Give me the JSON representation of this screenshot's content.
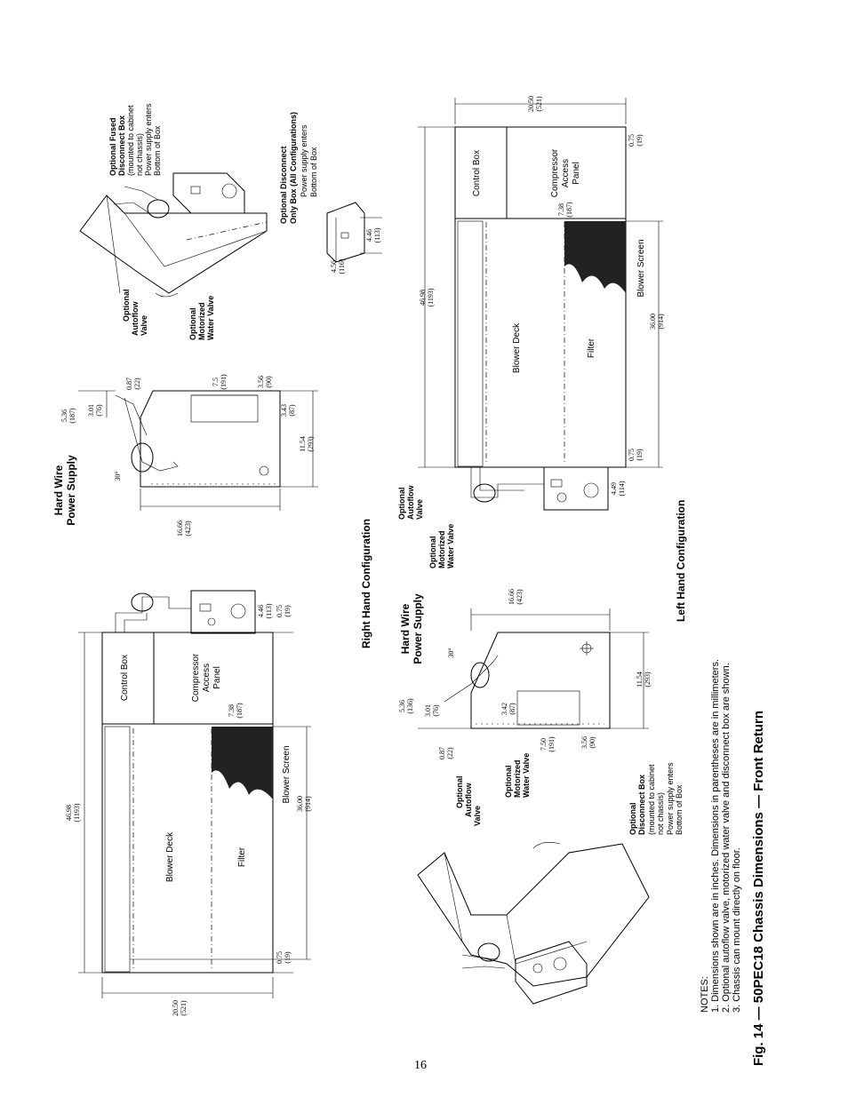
{
  "figure": {
    "caption": "Fig. 14 — 50PEC18 Chassis Dimensions — Front Return",
    "page_number": "16"
  },
  "notes": {
    "heading": "NOTES:",
    "items": [
      "1. Dimensions shown are in inches. Dimensions in parentheses are in millimeters.",
      "2. Optional autoflow valve, motorized water valve and disconnect box are shown.",
      "3. Chassis can mount directly on floor."
    ]
  },
  "left_hand_top_view": {
    "control_box": "Control Box",
    "compressor": [
      "Compressor",
      "Access",
      "Panel"
    ],
    "blower_deck": "Blower Deck",
    "filter": "Filter",
    "blower_screen": "Blower Screen",
    "dims": {
      "length": [
        "46.98",
        "(1193)"
      ],
      "width": [
        "20.50",
        "(521)"
      ],
      "filter_len": [
        "36.00",
        "(914)"
      ],
      "comp_depth": [
        "7.38",
        "(187)"
      ],
      "edge_a": [
        "0.75",
        "(19)"
      ],
      "edge_b": [
        "0.75",
        "(19)"
      ],
      "box_w": [
        "4.46",
        "(113)"
      ]
    }
  },
  "left_hand_side_view": {
    "label": [
      "Hard Wire",
      "Power Supply"
    ],
    "angle": "30°",
    "dims": {
      "height": [
        "16.66",
        "(423)"
      ],
      "depth": [
        "11.54",
        "(293)"
      ],
      "a": [
        "5.36",
        "(136)"
      ],
      "b": [
        "3.01",
        "(76)"
      ],
      "c": [
        "0.87",
        "(22)"
      ],
      "d": [
        "3.42",
        "(87)"
      ],
      "e": [
        "7.50",
        "(191)"
      ],
      "f": [
        "3.56",
        "(90)"
      ]
    }
  },
  "left_hand_iso": {
    "autoflow": [
      "Optional",
      "Autoflow",
      "Valve"
    ],
    "motorized": [
      "Optional",
      "Motorized",
      "Water Valve"
    ],
    "disconnect": [
      "Optional",
      "Disconnect Box",
      "(mounted to cabinet",
      "not chassis)",
      "Power supply enters",
      "Bottom of Box"
    ]
  },
  "right_hand_side_view": {
    "label": [
      "Hard Wire",
      "Power Supply"
    ],
    "angle": "30°",
    "dims": {
      "height": [
        "16.66",
        "(423)"
      ],
      "depth": [
        "11.54",
        "(293)"
      ],
      "a": [
        "5.36",
        "(187)"
      ],
      "b": [
        "3.01",
        "(76)"
      ],
      "c": [
        "0.87",
        "(22)"
      ],
      "d": [
        "3.43",
        "(87)"
      ],
      "e": [
        "7.5",
        "(191)"
      ],
      "f": [
        "3.56",
        "(90)"
      ]
    }
  },
  "right_hand_iso": {
    "autoflow": [
      "Optional",
      "Autoflow",
      "Valve"
    ],
    "motorized": [
      "Optional",
      "Motorized",
      "Water Valve"
    ],
    "fused": [
      "Optional Fused",
      "Disconnect Box",
      "(mounted to cabinet",
      "not chassis)",
      "Power supply enters",
      "Bottom of Box"
    ],
    "disc_only": [
      "Optional Disconnect",
      "Only Box (All Configurations)",
      "Power supply enters",
      "Bottom of Box"
    ],
    "dims": {
      "w": [
        "4.56",
        "(116)"
      ],
      "h": [
        "4.46",
        "(113)"
      ]
    }
  },
  "right_hand_top_view": {
    "control_box": "Control Box",
    "compressor": [
      "Compressor",
      "Access",
      "Panel"
    ],
    "blower_deck": "Blower Deck",
    "filter": "Filter",
    "blower_screen": "Blower Screen",
    "autoflow": [
      "Optional",
      "Autoflow",
      "Valve"
    ],
    "motorized": [
      "Optional",
      "Motorized",
      "Water Valve"
    ],
    "dims": {
      "length": [
        "46.98",
        "(1193)"
      ],
      "width": [
        "20.50",
        "(521)"
      ],
      "filter_len": [
        "36.00",
        "(914)"
      ],
      "comp_depth": [
        "7.38",
        "(187)"
      ],
      "edge_a": [
        "0.75",
        "(19)"
      ],
      "edge_b": [
        "0.75",
        "(19)"
      ],
      "box_w": [
        "4.49",
        "(114)"
      ]
    }
  },
  "config_labels": {
    "right": "Right Hand Configuration",
    "left": "Left Hand Configuration"
  }
}
